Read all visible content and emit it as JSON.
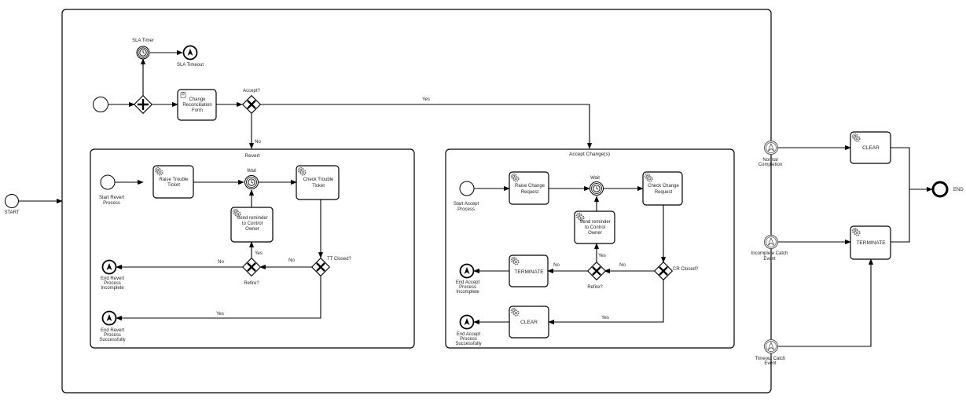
{
  "process": {
    "start": "START",
    "end": "END"
  },
  "main": {
    "sla_timer": "SLA Timer",
    "sla_timeout": "SLA Timeout",
    "change_form_line1": "Change",
    "change_form_line2": "Reconciliation",
    "change_form_line3": "Form",
    "accept_gateway": "Accept?",
    "yes": "Yes",
    "no": "No"
  },
  "revert": {
    "title": "Revert",
    "start_line1": "Start Revert",
    "start_line2": "Process",
    "raise_line1": "Raise Trouble",
    "raise_line2": "Ticket",
    "wait": "Wait",
    "check_line1": "Check Trouble",
    "check_line2": "Ticket",
    "reminder_line1": "Send reminder",
    "reminder_line2": "to Control",
    "reminder_line3": "Owner",
    "tt_closed": "TT Closed?",
    "refire": "Refire?",
    "no1": "No",
    "no2": "No",
    "yes1": "Yes",
    "yes2": "Yes",
    "end_incomplete_line1": "End Revert",
    "end_incomplete_line2": "Process",
    "end_incomplete_line3": "Incomplete",
    "end_success_line1": "End Revert",
    "end_success_line2": "Process",
    "end_success_line3": "Successfully"
  },
  "accept": {
    "title": "Accept Change(s)",
    "start_line1": "Start Accept",
    "start_line2": "Process",
    "raise_line1": "Raise Change",
    "raise_line2": "Request",
    "wait": "Wait",
    "check_line1": "Check Change",
    "check_line2": "Request",
    "reminder_line1": "Send reminder",
    "reminder_line2": "to Control",
    "reminder_line3": "Owner",
    "cr_closed": "CR Closed?",
    "refire": "Refire?",
    "no1": "No",
    "no2": "No",
    "yes1": "Yes",
    "yes2": "Yes",
    "terminate": "TERMINATE",
    "clear": "CLEAR",
    "end_incomplete_line1": "End Accept",
    "end_incomplete_line2": "Process",
    "end_incomplete_line3": "Incomplete",
    "end_success_line1": "End Accept",
    "end_success_line2": "Process",
    "end_success_line3": "Successfully"
  },
  "right": {
    "normal_line1": "Normal",
    "normal_line2": "Completion",
    "incomplete_line1": "Incomplete Catch",
    "incomplete_line2": "Event",
    "timeout_line1": "Timeout Catch",
    "timeout_line2": "Event",
    "clear": "CLEAR",
    "terminate": "TERMINATE"
  },
  "colors": {
    "stroke": "#000000",
    "fill": "#ffffff",
    "text": "#222222"
  }
}
